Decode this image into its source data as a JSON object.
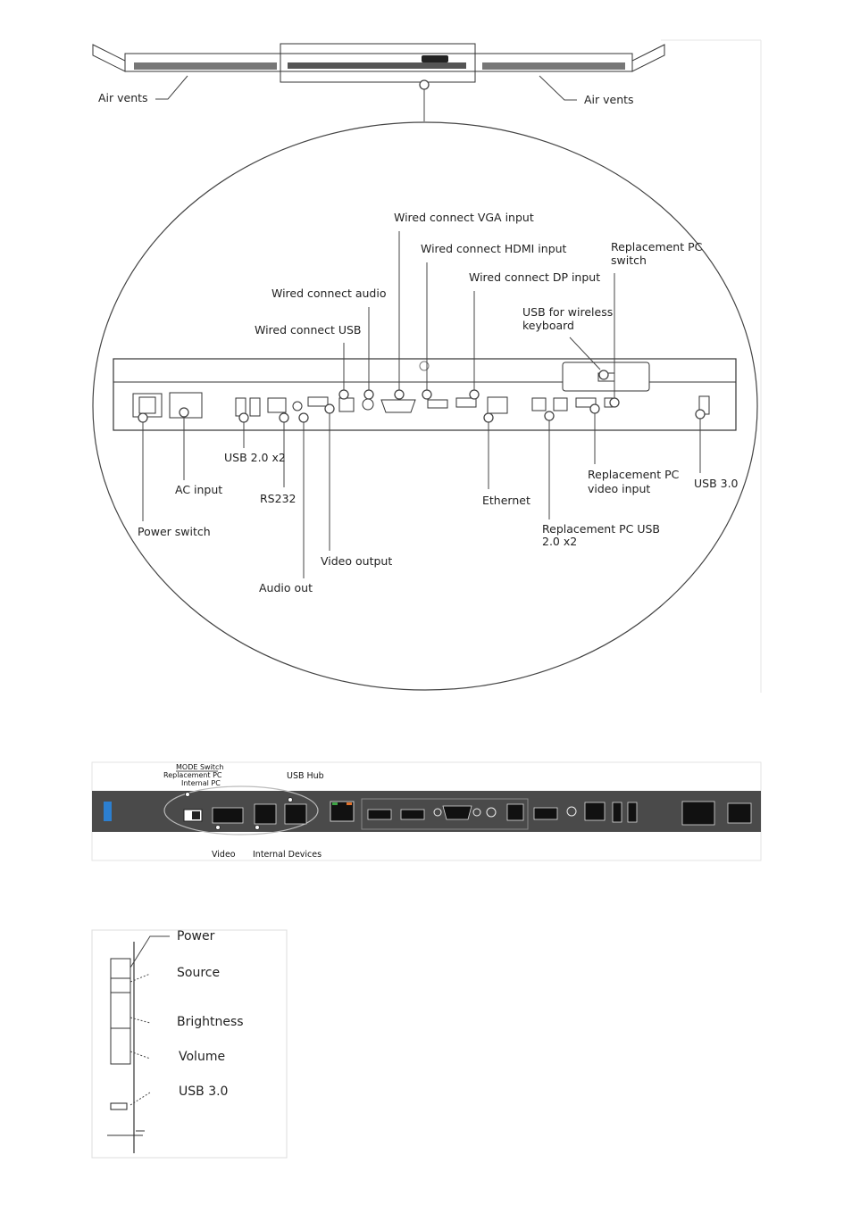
{
  "top_diagram": {
    "air_vents_left": "Air vents",
    "air_vents_right": "Air vents",
    "labels": {
      "vga": "Wired connect VGA input",
      "hdmi": "Wired connect HDMI input",
      "replacement_pc_switch_1": "Replacement PC",
      "replacement_pc_switch_2": "switch",
      "dp": "Wired connect DP input",
      "audio": "Wired connect audio",
      "usb_wireless_1": "USB for wireless",
      "usb_wireless_2": "keyboard",
      "usb": "Wired connect USB",
      "usb20x2": "USB 2.0 x2",
      "ac_input": "AC input",
      "rs232": "RS232",
      "power_switch": "Power switch",
      "video_output": "Video output",
      "audio_out": "Audio out",
      "ethernet": "Ethernet",
      "replacement_pc_video_1": "Replacement PC",
      "replacement_pc_video_2": "video input",
      "usb30": "USB 3.0",
      "replacement_pc_usb_1": "Replacement PC USB",
      "replacement_pc_usb_2": "2.0 x2"
    }
  },
  "middle_panel": {
    "mode_switch": "MODE Switch",
    "replacement_pc": "Replacement PC",
    "internal_pc": "Internal PC",
    "usb_hub": "USB Hub",
    "video": "Video",
    "internal_devices": "Internal Devices"
  },
  "side_panel": {
    "power": "Power",
    "source": "Source",
    "brightness": "Brightness",
    "volume": "Volume",
    "usb30": "USB 3.0"
  },
  "colors": {
    "panel_dark": "#4a4a4a",
    "usb3_blue": "#2c7fd0",
    "ethernet_green": "#3da544",
    "ethernet_orange": "#e0702a"
  }
}
